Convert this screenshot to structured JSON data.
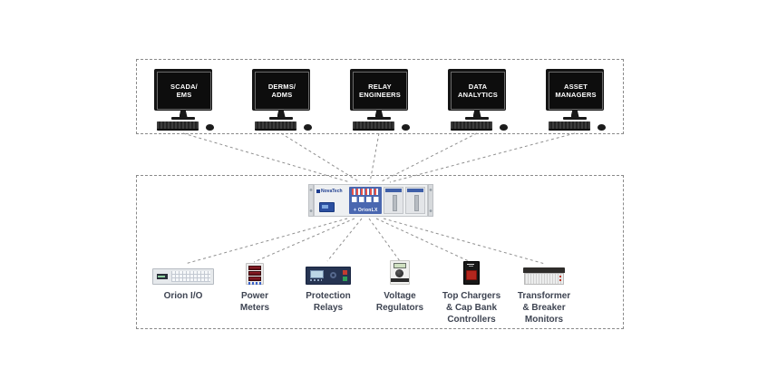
{
  "colors": {
    "panel_blue": "#4a67b0",
    "brand_blue": "#1d3d8f",
    "label_text": "#3e4452",
    "connector_gray": "#8f8f8f",
    "alarm_red": "#c0392b",
    "ok_green": "#2fa05a"
  },
  "workstations": [
    {
      "name": "scada-ems",
      "lines": [
        "SCADA/",
        "EMS"
      ]
    },
    {
      "name": "derms-adms",
      "lines": [
        "DERMS/",
        "ADMS"
      ]
    },
    {
      "name": "relay-engineers",
      "lines": [
        "RELAY",
        "ENGINEERS"
      ]
    },
    {
      "name": "data-analytics",
      "lines": [
        "DATA",
        "ANALYTICS"
      ]
    },
    {
      "name": "asset-managers",
      "lines": [
        "ASSET",
        "MANAGERS"
      ]
    }
  ],
  "hub": {
    "brand": "NovaTech",
    "model": "OrionLX"
  },
  "field_devices": [
    {
      "name": "orion-io",
      "lines": [
        "Orion I/O"
      ]
    },
    {
      "name": "power-meters",
      "lines": [
        "Power",
        "Meters"
      ]
    },
    {
      "name": "protection-relays",
      "lines": [
        "Protection",
        "Relays"
      ]
    },
    {
      "name": "voltage-regulators",
      "lines": [
        "Voltage",
        "Regulators"
      ]
    },
    {
      "name": "top-chargers-cap-bank-controllers",
      "lines": [
        "Top Chargers",
        "& Cap Bank",
        "Controllers"
      ]
    },
    {
      "name": "transformer-breaker-monitors",
      "lines": [
        "Transformer",
        "& Breaker",
        "Monitors"
      ]
    }
  ],
  "connections": {
    "style": "dashed",
    "top": [
      [
        "scada-ems",
        "hub"
      ],
      [
        "derms-adms",
        "hub"
      ],
      [
        "relay-engineers",
        "hub"
      ],
      [
        "data-analytics",
        "hub"
      ],
      [
        "asset-managers",
        "hub"
      ]
    ],
    "bottom": [
      [
        "hub",
        "orion-io"
      ],
      [
        "hub",
        "power-meters"
      ],
      [
        "hub",
        "protection-relays"
      ],
      [
        "hub",
        "voltage-regulators"
      ],
      [
        "hub",
        "top-chargers-cap-bank-controllers"
      ],
      [
        "hub",
        "transformer-breaker-monitors"
      ]
    ]
  }
}
